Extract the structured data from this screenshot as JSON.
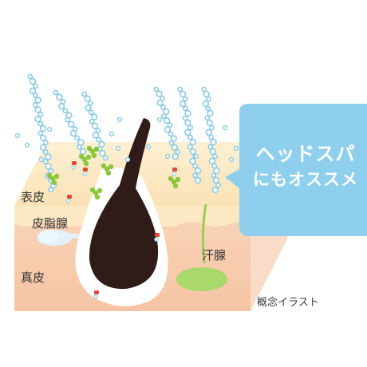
{
  "labels": {
    "epidermis": "表皮",
    "sebaceous_gland": "皮脂腺",
    "dermis": "真皮",
    "sweat_gland": "汗腺",
    "caption": "概念イラスト"
  },
  "badge": {
    "line1": "ヘッドスパ",
    "line2": "にもオススメ"
  },
  "colors": {
    "background": "#ffffff",
    "epidermis_top": "#fbe8c1",
    "epidermis_side": "#fde9c6",
    "dermis": "#f7c9a9",
    "follicle": "#ffffff",
    "hair": "#2f1b17",
    "sebaceous": "#dfeff8",
    "sweat_gland": "#a9d96a",
    "bubbles": "#8ccbe6",
    "badge": "#8ecfee",
    "particle_green": "#8cc63f",
    "particle_red": "#e04a3a"
  },
  "icons": [
    "hair-icon",
    "bubble-stream-icon",
    "particle-icon",
    "speech-badge-icon"
  ]
}
